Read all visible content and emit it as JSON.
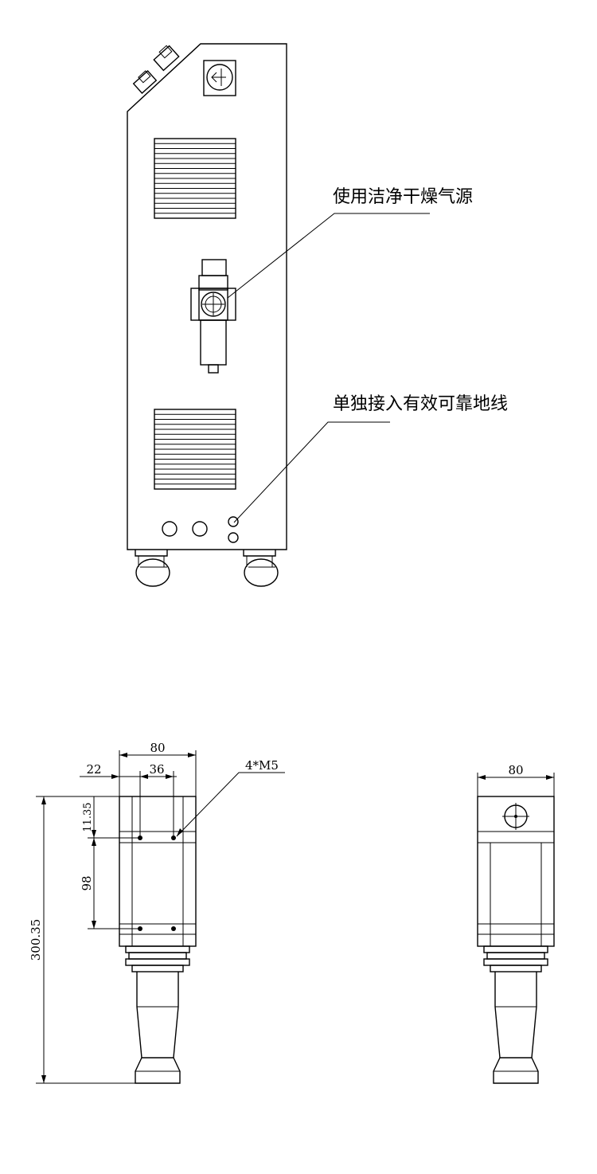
{
  "callouts": {
    "air_source": "使用洁净干燥气源",
    "ground": "单独接入有效可靠地线"
  },
  "dimensions": {
    "front_width": "80",
    "front_offset": "22",
    "hole_spacing_x": "36",
    "top_offset": "11.35",
    "hole_spacing_y": "98",
    "total_height": "300.35",
    "holes": "4*M5",
    "side_width": "80"
  }
}
